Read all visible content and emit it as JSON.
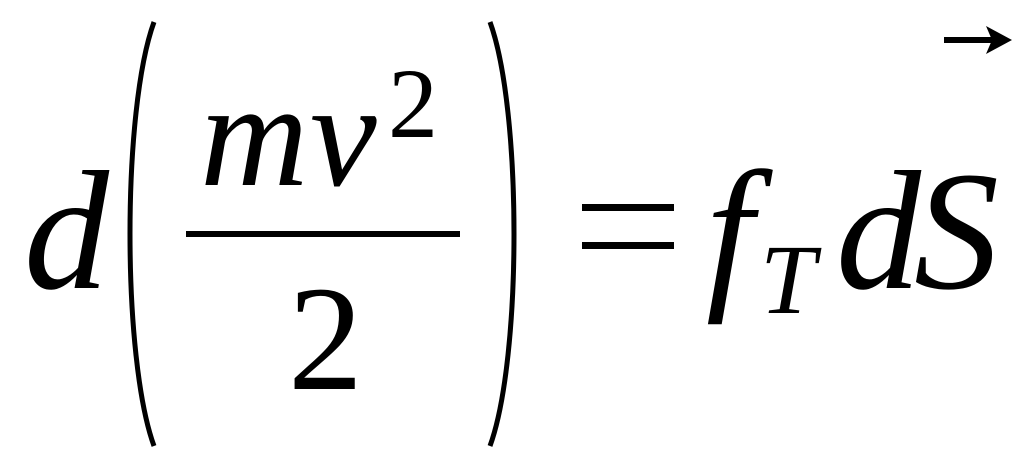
{
  "formula": {
    "differential_left": "d",
    "numerator_mass": "m",
    "numerator_velocity": "v",
    "numerator_exponent": "2",
    "denominator": "2",
    "equals": "=",
    "force_symbol": "f",
    "force_subscript": "T",
    "differential_right": "d",
    "displacement_symbol": "S",
    "vector_arrow": "→"
  }
}
